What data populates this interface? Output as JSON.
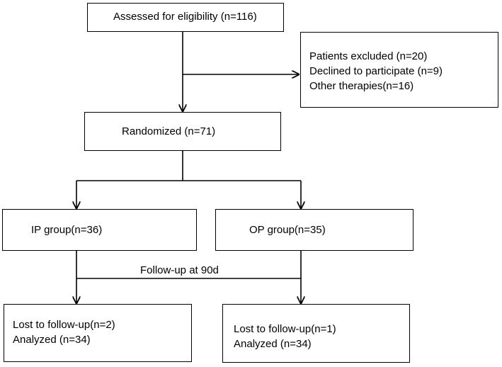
{
  "boxes": {
    "assessed": {
      "label": "Assessed for eligibility (n=116)"
    },
    "excluded": {
      "lines": [
        "Patients excluded (n=20)",
        "Declined to participate (n=9)",
        "Other therapies(n=16)"
      ]
    },
    "randomized": {
      "label": "Randomized (n=71)"
    },
    "ip_group": {
      "label": "IP group(n=36)"
    },
    "op_group": {
      "label": "OP group(n=35)"
    },
    "ip_outcome": {
      "lines": [
        "Lost to follow-up(n=2)",
        "Analyzed (n=34)"
      ]
    },
    "op_outcome": {
      "lines": [
        "Lost to follow-up(n=1)",
        "Analyzed (n=34)"
      ]
    }
  },
  "followup_label": "Follow-up at 90d"
}
